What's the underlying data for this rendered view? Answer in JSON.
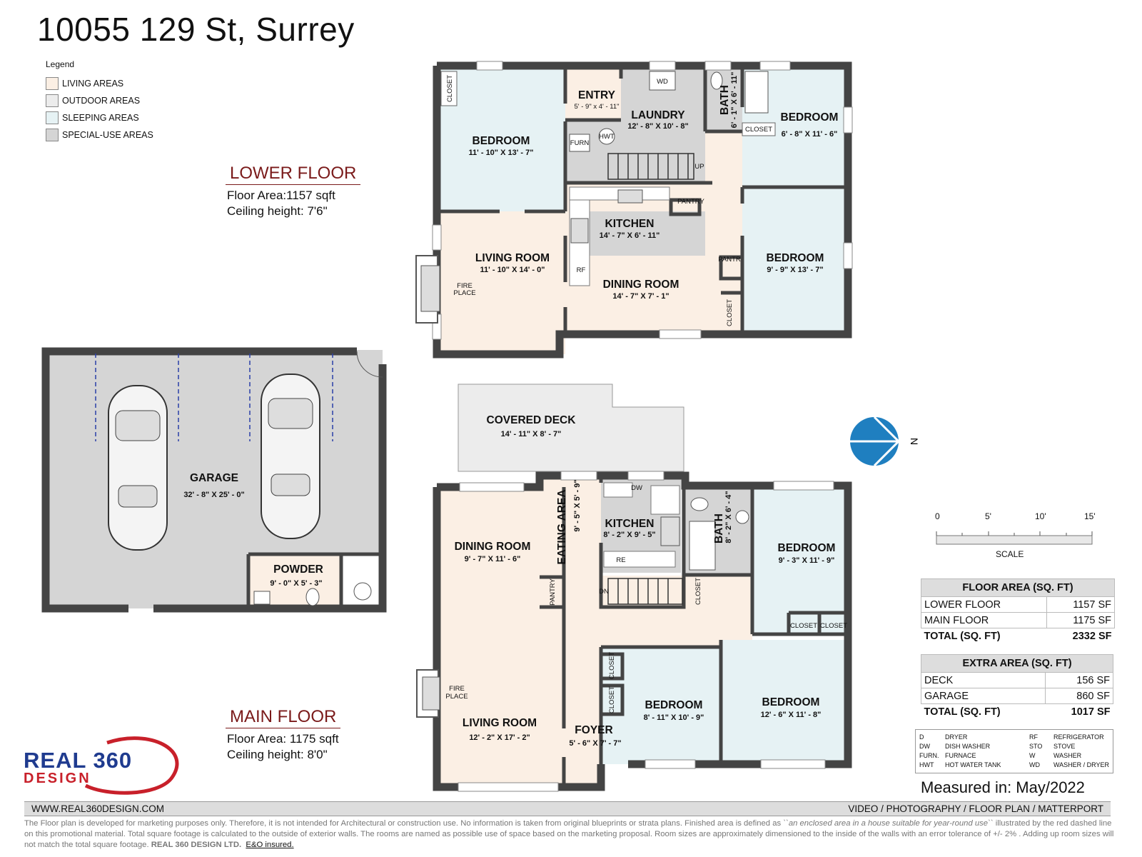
{
  "title": "10055 129 St, Surrey",
  "legend": {
    "title": "Legend",
    "items": [
      {
        "label": "LIVING AREAS",
        "color": "#fbefe4"
      },
      {
        "label": "OUTDOOR AREAS",
        "color": "#ececec"
      },
      {
        "label": "SLEEPING AREAS",
        "color": "#e6f2f4"
      },
      {
        "label": "SPECIAL-USE AREAS",
        "color": "#d5d5d5"
      }
    ]
  },
  "lower_floor": {
    "heading": "LOWER FLOOR",
    "area": "Floor Area:1157 sqft",
    "ceiling": "Ceiling height: 7'6\"",
    "rooms": [
      {
        "name": "BEDROOM",
        "dim": "11' - 10\" X 13' - 7\""
      },
      {
        "name": "ENTRY",
        "dim": "5' - 9\" x 4' - 11\""
      },
      {
        "name": "LAUNDRY",
        "dim": "12' - 8\" X 10' - 8\""
      },
      {
        "name": "BATH",
        "dim": "6' - 1\" X 6' - 11\""
      },
      {
        "name": "BEDROOM",
        "dim": "6' - 8\" X 11' - 6\""
      },
      {
        "name": "KITCHEN",
        "dim": "14' - 7\" X 6' - 11\""
      },
      {
        "name": "LIVING ROOM",
        "dim": "11' - 10\" X 14' - 0\""
      },
      {
        "name": "DINING ROOM",
        "dim": "14' - 7\" X 7' - 1\""
      },
      {
        "name": "BEDROOM",
        "dim": "9' - 9\" X 13' - 7\""
      }
    ],
    "labels": {
      "closet": "CLOSET",
      "wd": "WD",
      "hwt": "HWT",
      "furn": "FURN",
      "up": "UP",
      "pantry": "PANTRY",
      "pantry2": "PANTR",
      "rf": "RF",
      "fire": "FIRE",
      "place": "PLACE"
    }
  },
  "garage_block": {
    "rooms": [
      {
        "name": "GARAGE",
        "dim": "32' - 8\" X 25' - 0\""
      },
      {
        "name": "POWDER",
        "dim": "9' - 0\" X 5' - 3\""
      }
    ]
  },
  "main_floor": {
    "heading": "MAIN FLOOR",
    "area": "Floor Area: 1175 sqft",
    "ceiling": "Ceiling height: 8'0\"",
    "rooms": [
      {
        "name": "COVERED DECK",
        "dim": "14' - 11\" X 8' - 7\""
      },
      {
        "name": "EATING AREA",
        "dim": "9' - 5\" X 5' - 9\""
      },
      {
        "name": "KITCHEN",
        "dim": "8' - 2\" X 9' - 5\""
      },
      {
        "name": "BATH",
        "dim": "8' - 2\" X 6' - 4\""
      },
      {
        "name": "DINING ROOM",
        "dim": "9' - 7\" X 11' - 6\""
      },
      {
        "name": "BEDROOM",
        "dim": "9' - 3\" X 11' - 9\""
      },
      {
        "name": "LIVING ROOM",
        "dim": "12' - 2\" X 17' - 2\""
      },
      {
        "name": "FOYER",
        "dim": "5' - 6\" X 7' - 7\""
      },
      {
        "name": "BEDROOM",
        "dim": "8' - 11\" X 10' - 9\""
      },
      {
        "name": "BEDROOM",
        "dim": "12' - 6\" X 11' - 8\""
      }
    ],
    "labels": {
      "dw": "DW",
      "re": "RE",
      "dn": "DN",
      "closet": "CLOSET",
      "pantry": "PANTRY",
      "fire": "FIRE",
      "place": "PLACE"
    }
  },
  "compass": {
    "label": "N",
    "color": "#1f7fc0"
  },
  "scale": {
    "ticks": [
      "0",
      "5'",
      "10'",
      "15'"
    ],
    "label": "SCALE"
  },
  "floor_area_table": {
    "header": "FLOOR AREA (SQ. FT)",
    "rows": [
      {
        "label": "LOWER FLOOR",
        "value": "1157 SF"
      },
      {
        "label": "MAIN FLOOR",
        "value": "1175 SF"
      }
    ],
    "total_label": "TOTAL (SQ. FT)",
    "total_value": "2332 SF"
  },
  "extra_area_table": {
    "header": "EXTRA AREA (SQ. FT)",
    "rows": [
      {
        "label": "DECK",
        "value": "156 SF"
      },
      {
        "label": "GARAGE",
        "value": "860 SF"
      }
    ],
    "total_label": "TOTAL (SQ. FT)",
    "total_value": "1017 SF"
  },
  "abbreviations": [
    {
      "code": "D",
      "meaning": "DRYER"
    },
    {
      "code": "DW",
      "meaning": "DISH WASHER"
    },
    {
      "code": "FURN.",
      "meaning": "FURNACE"
    },
    {
      "code": "HWT",
      "meaning": "HOT WATER TANK"
    },
    {
      "code": "RF",
      "meaning": "REFRIGERATOR"
    },
    {
      "code": "STO",
      "meaning": "STOVE"
    },
    {
      "code": "W",
      "meaning": "WASHER"
    },
    {
      "code": "WD",
      "meaning": "WASHER / DRYER"
    }
  ],
  "measured": "Measured in: May/2022",
  "logo": {
    "line1": "REAL 360",
    "line2": "DESIGN",
    "primary": "#1f3b8f",
    "accent": "#c8202a"
  },
  "footer": {
    "website": "WWW.REAL360DESIGN.COM",
    "services": "VIDEO / PHOTOGRAPHY / FLOOR PLAN / MATTERPORT",
    "disclaimer_a": "The Floor plan is developed for marketing purposes only. Therefore, it is not intended for Architectural or construction use. No information is taken from original blueprints or strata plans. Finished area is defined as ",
    "disclaimer_quote": "``an enclosed area in a house suitable for year-round use``",
    "disclaimer_b": " illustrated by the red dashed line on this promotional material. Total square footage is calculated to the outside of exterior walls. The rooms are named as possible use of space based on the marketing proposal. Room sizes are approximately dimensioned to the inside of the walls with an error tolerance of +/- 2% . Adding up room sizes will not match the total square footage. ",
    "company": "REAL 360 DESIGN LTD.",
    "insured": "E&O insured."
  }
}
